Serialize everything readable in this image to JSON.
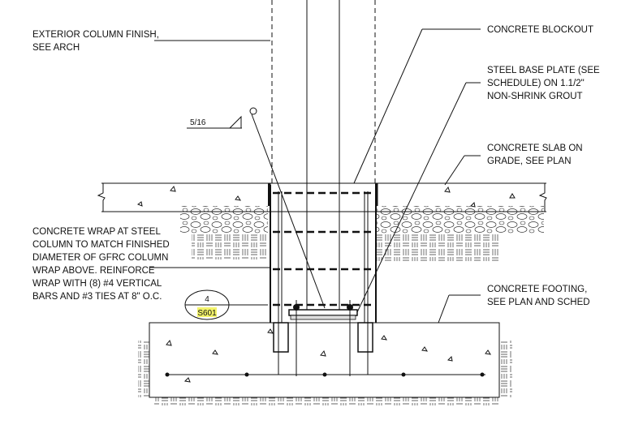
{
  "notes": {
    "exterior_finish": [
      "EXTERIOR COLUMN FINISH,",
      "SEE ARCH"
    ],
    "concrete_blockout": [
      "CONCRETE BLOCKOUT"
    ],
    "steel_base_plate": [
      "STEEL BASE PLATE (SEE",
      "SCHEDULE) ON 1.1/2\"",
      "NON-SHRINK GROUT"
    ],
    "slab_on_grade": [
      "CONCRETE SLAB ON",
      "GRADE, SEE PLAN"
    ],
    "concrete_wrap": [
      "CONCRETE WRAP AT STEEL",
      "COLUMN TO MATCH FINISHED",
      "DIAMETER OF GFRC COLUMN",
      "WRAP ABOVE.  REINFORCE",
      "WRAP WITH (8) #4 VERTICAL",
      "BARS AND #3 TIES AT 8\" O.C."
    ],
    "concrete_footing": [
      "CONCRETE FOOTING,",
      "SEE PLAN AND SCHED"
    ]
  },
  "weld_symbol": {
    "size": "5/16"
  },
  "section_tag": {
    "number": "4",
    "sheet": "S601",
    "highlight_color": "#f3f36a"
  },
  "colors": {
    "line": "#111111",
    "background": "#ffffff"
  }
}
